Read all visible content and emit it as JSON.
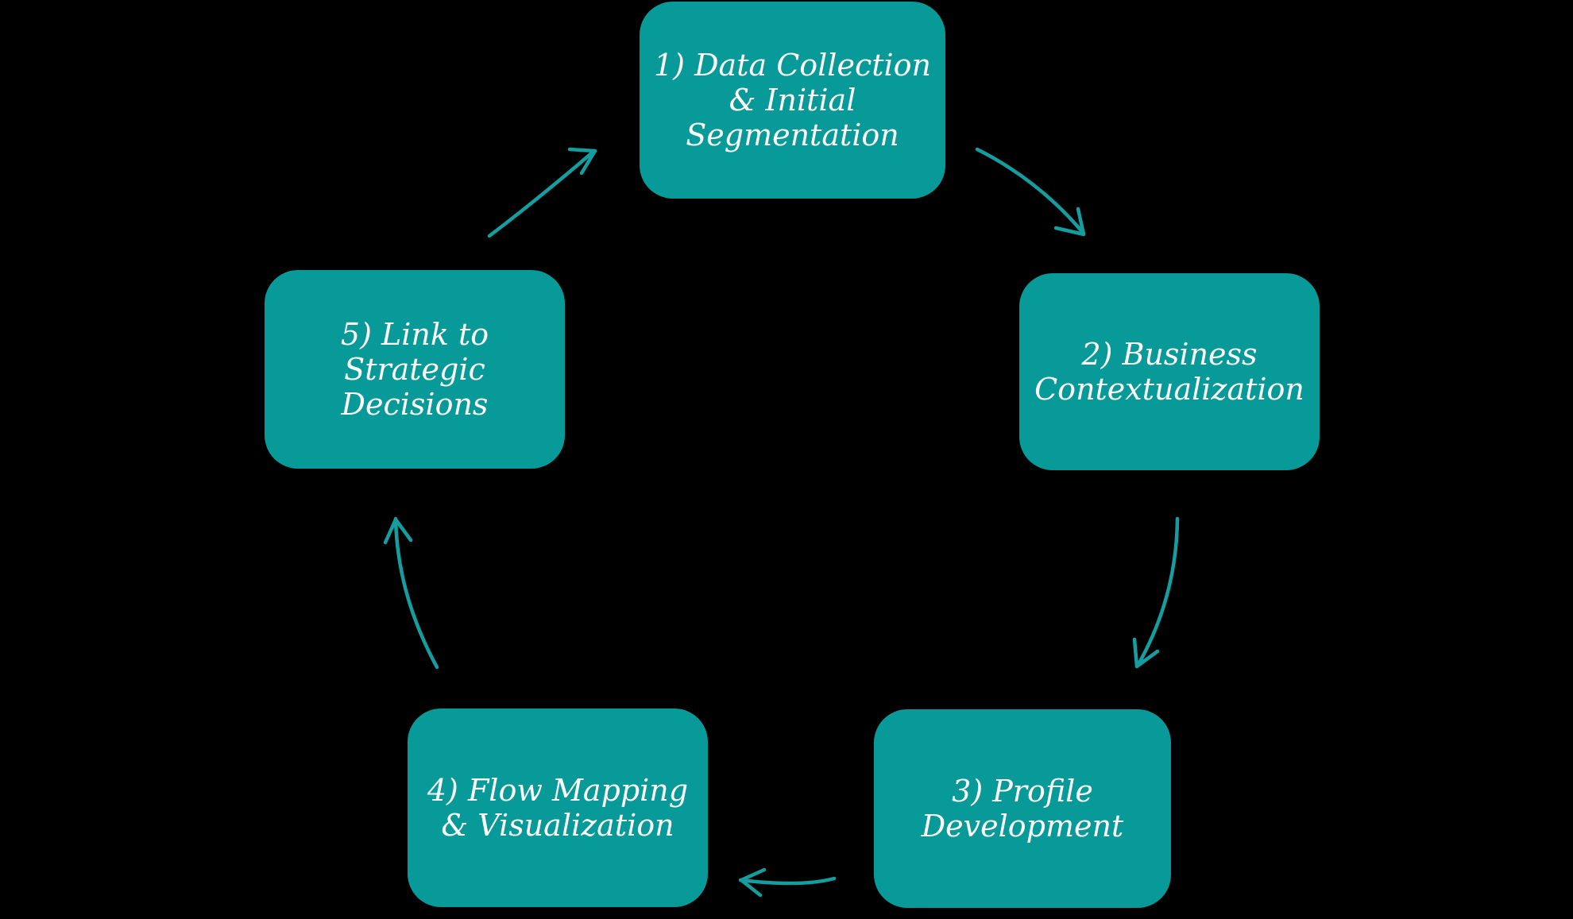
{
  "diagram": {
    "background_color": "#000000",
    "node_color": "#089a98",
    "arrow_color": "#149ea0",
    "text_color": "#ffffff",
    "nodes": [
      {
        "id": 1,
        "label": "1) Data Collection\n& Initial\nSegmentation"
      },
      {
        "id": 2,
        "label": "2) Business\nContextualization"
      },
      {
        "id": 3,
        "label": "3) Profile\nDevelopment"
      },
      {
        "id": 4,
        "label": "4) Flow Mapping\n& Visualization"
      },
      {
        "id": 5,
        "label": "5) Link to\nStrategic\nDecisions"
      }
    ],
    "arrows": [
      {
        "from": 1,
        "to": 2
      },
      {
        "from": 2,
        "to": 3
      },
      {
        "from": 3,
        "to": 4
      },
      {
        "from": 4,
        "to": 5
      },
      {
        "from": 5,
        "to": 1
      }
    ]
  }
}
